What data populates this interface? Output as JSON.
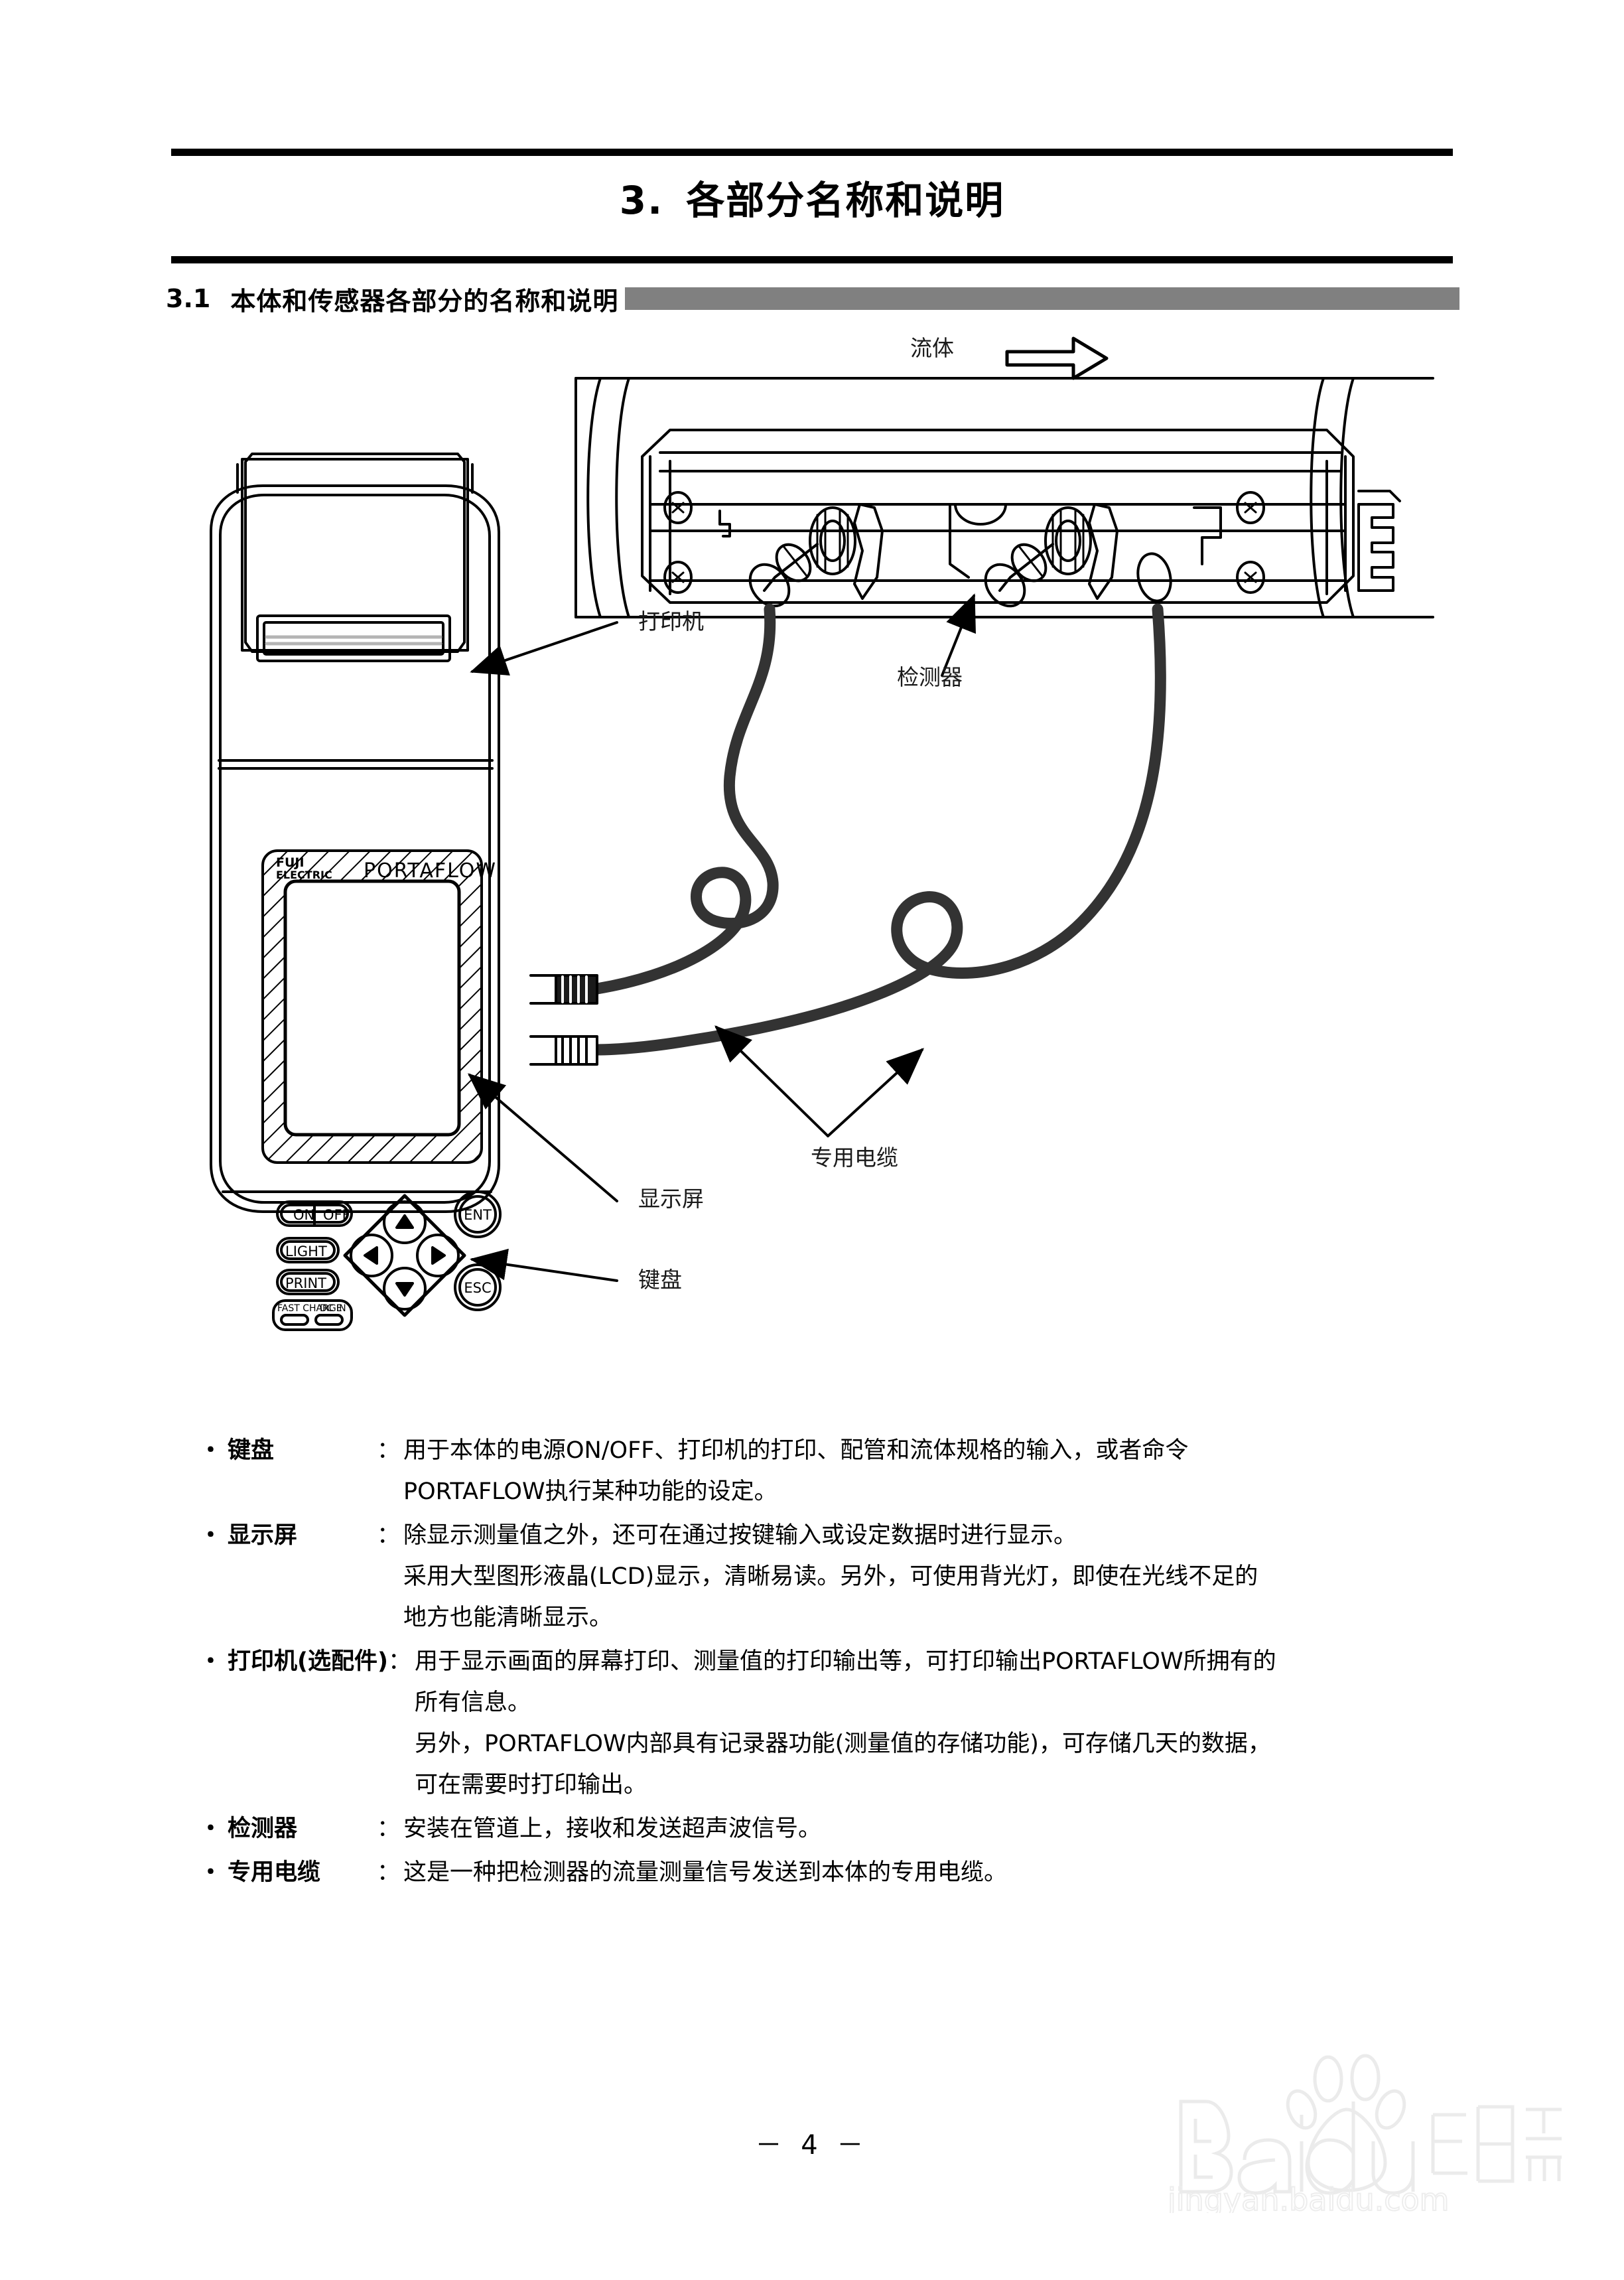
{
  "document": {
    "chapter_number": "3.",
    "chapter_title": "各部分名称和说明",
    "section_number": "3.1",
    "section_title": "本体和传感器各部分的名称和说明",
    "page_number": "－ 4 －"
  },
  "figure": {
    "flow_label": "流体",
    "flow_arrow_icon": "right-arrow",
    "callouts": {
      "printer": "打印机",
      "detector": "检测器",
      "cable": "专用电缆",
      "display": "显示屏",
      "keypad": "键盘"
    },
    "device": {
      "brand_line1": "FUJI",
      "brand_line2": "ELECTRIC",
      "model": "PORTAFLOW",
      "keys": {
        "on": "ON",
        "off": "OFF",
        "light": "LIGHT",
        "print": "PRINT",
        "fast_charge": "FAST CHARGE",
        "dc_in": "DC IN",
        "enter": "ENT",
        "escape": "ESC",
        "up": "▲",
        "down": "▼",
        "left": "◀",
        "right": "▶"
      }
    }
  },
  "descriptions": [
    {
      "term": "键盘",
      "colon": "：",
      "lines": [
        "用于本体的电源ON/OFF、打印机的打印、配管和流体规格的输入，或者命令",
        "PORTAFLOW执行某种功能的设定。"
      ]
    },
    {
      "term": "显示屏",
      "colon": "：",
      "lines": [
        "除显示测量值之外，还可在通过按键输入或设定数据时进行显示。",
        "采用大型图形液晶(LCD)显示，清晰易读。另外，可使用背光灯，即使在光线不足的",
        "地方也能清晰显示。"
      ]
    },
    {
      "term": "打印机(选配件)",
      "colon": "：",
      "lines": [
        "用于显示画面的屏幕打印、测量值的打印输出等，可打印输出PORTAFLOW所拥有的",
        "所有信息。",
        "另外，PORTAFLOW内部具有记录器功能(测量值的存储功能)，可存储几天的数据，",
        "可在需要时打印输出。"
      ]
    },
    {
      "term": "检测器",
      "colon": "：",
      "lines": [
        "安装在管道上，接收和发送超声波信号。"
      ]
    },
    {
      "term": "专用电缆",
      "colon": "：",
      "lines": [
        "这是一种把检测器的流量测量信号发送到本体的专用电缆。"
      ]
    }
  ],
  "watermark": {
    "brand": "Baidu",
    "suffix": "经验",
    "url": "jingyan.baidu.com",
    "paw_icon": "paw-print-icon"
  },
  "colors": {
    "rule": "#000000",
    "section_bar": "#808080",
    "cable": "#333333",
    "watermark": "#d8d8d8"
  }
}
